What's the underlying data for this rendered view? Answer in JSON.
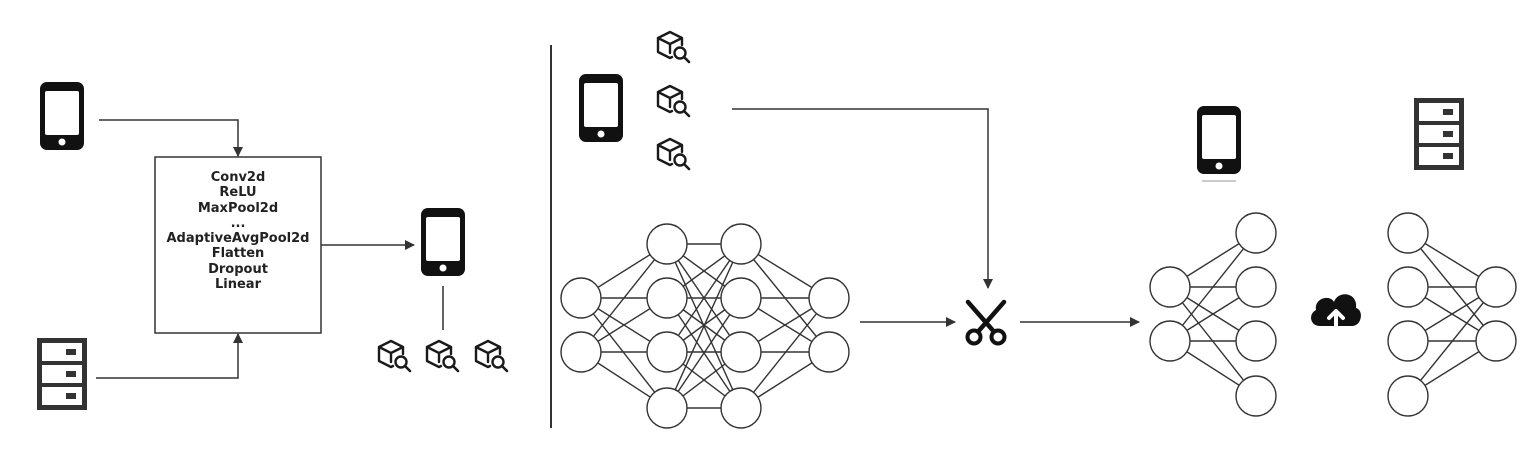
{
  "model_box": {
    "layers": [
      "Conv2d",
      "ReLU",
      "MaxPool2d",
      "...",
      "AdaptiveAvgPool2d",
      "Flatten",
      "Dropout",
      "Linear"
    ]
  },
  "icons": {
    "device": "smartphone-icon",
    "server": "server-rack-icon",
    "model_artifact": "package-search-icon",
    "cut": "scissors-icon",
    "upload": "cloud-upload-icon"
  },
  "colors": {
    "stroke": "#333333",
    "icon": "#1a1a1a",
    "node_fill": "#ffffff"
  }
}
